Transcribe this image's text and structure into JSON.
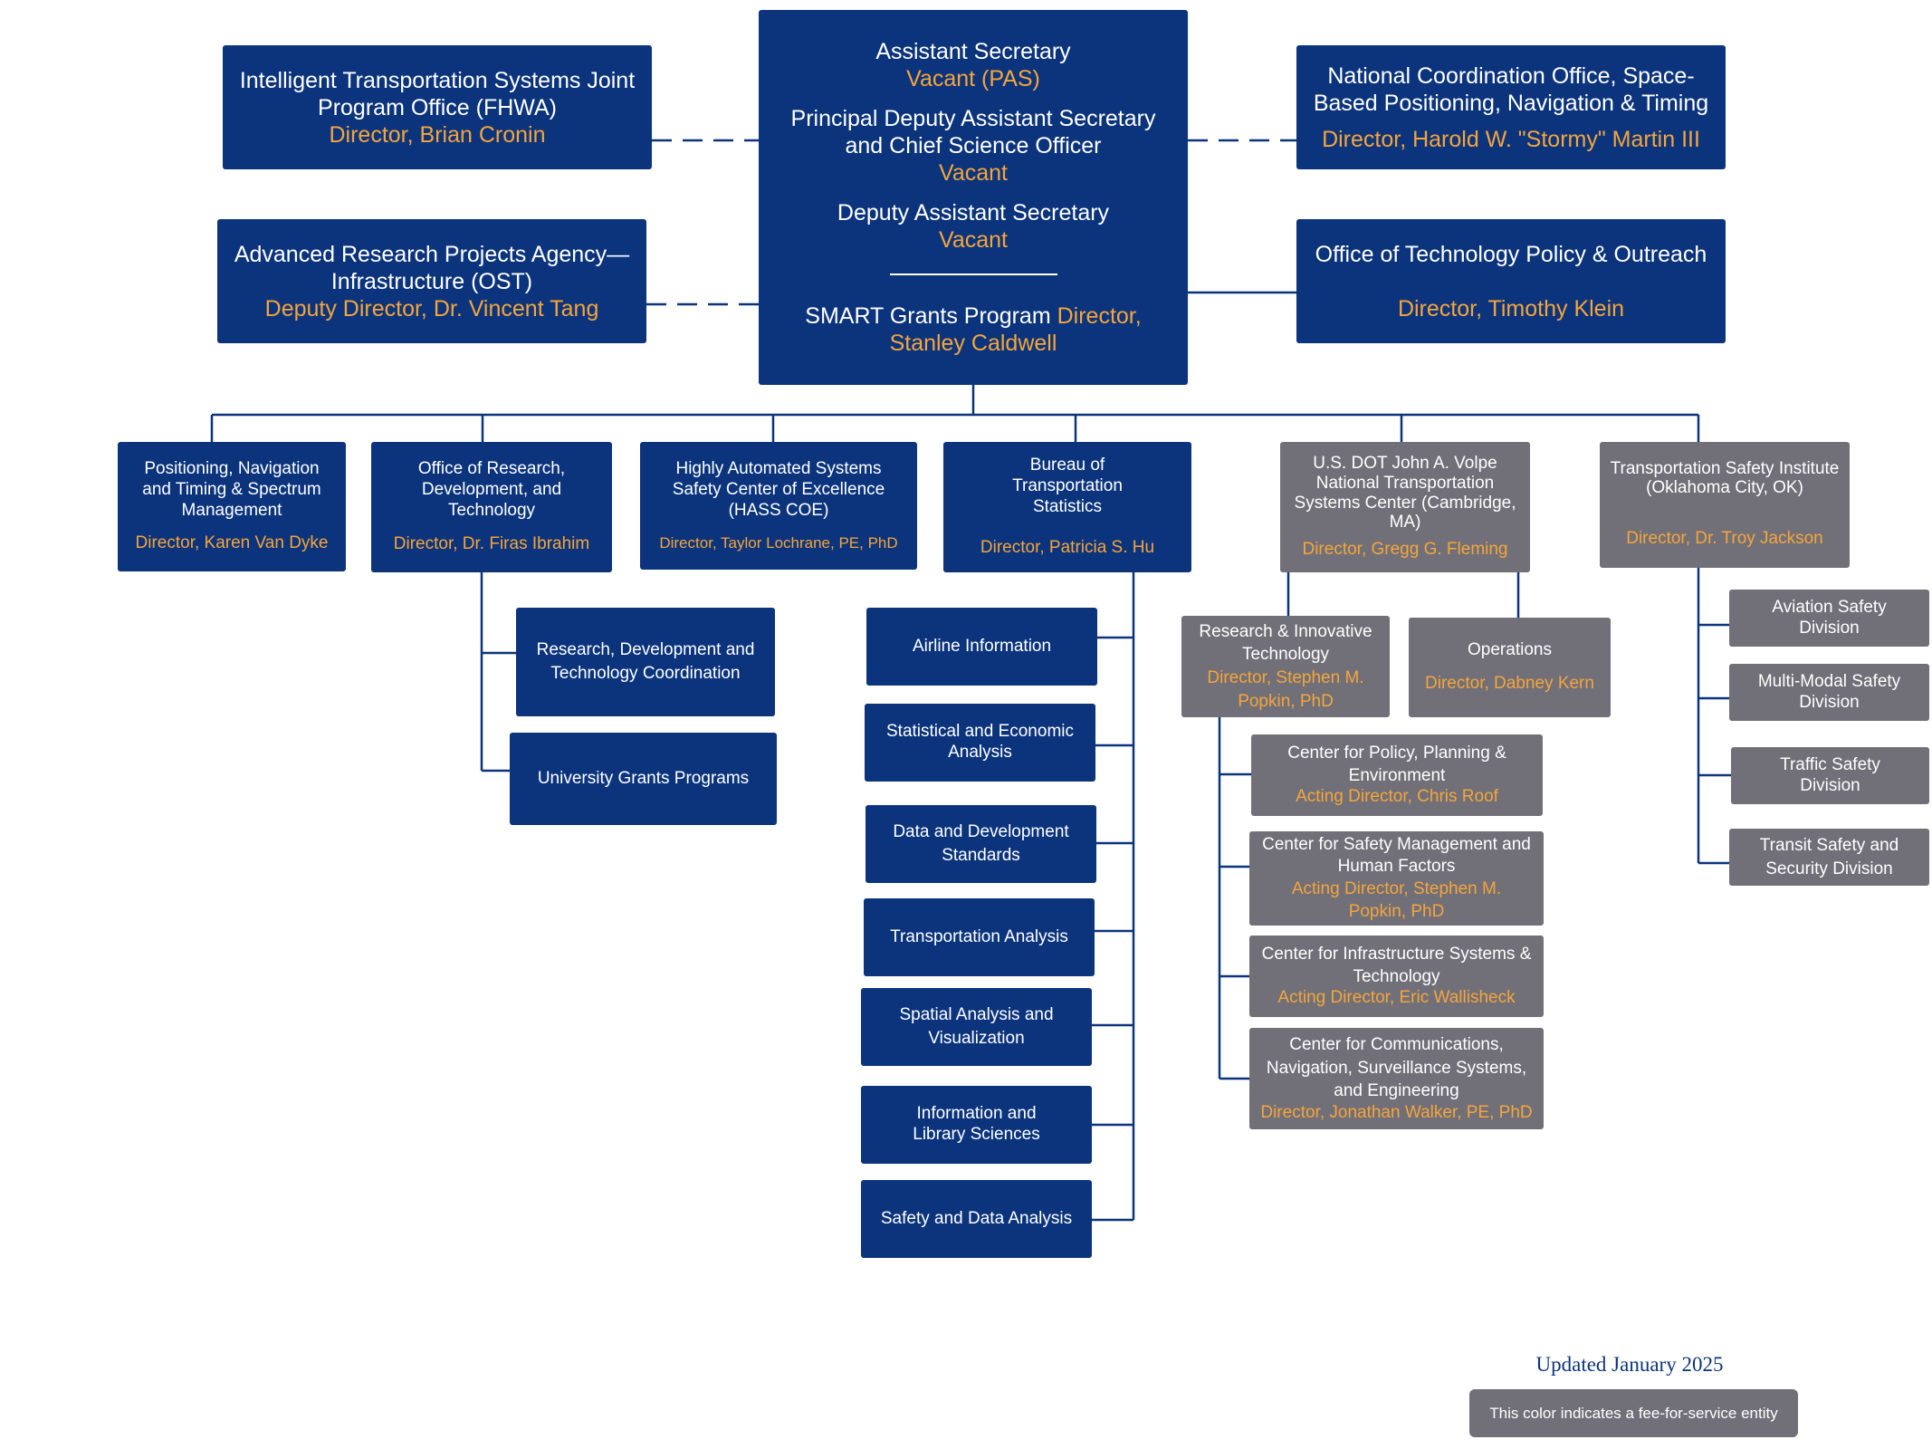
{
  "top": {
    "title1": "Assistant Secretary",
    "name1": "Vacant (PAS)",
    "title2": "Principal Deputy Assistant Secretary and Chief Science Officer",
    "name2": "Vacant",
    "title3": "Deputy Assistant Secretary",
    "name3": "Vacant",
    "smart_label": "SMART Grants Program",
    "smart_name": "Director, Stanley Caldwell"
  },
  "side": {
    "its": {
      "title": "Intelligent Transportation Systems Joint Program Office (FHWA)",
      "person": "Director, Brian Cronin"
    },
    "arpa": {
      "title": "Advanced Research Projects Agency—Infrastructure (OST)",
      "person": "Deputy Director, Dr. Vincent Tang"
    },
    "nco": {
      "title": "National Coordination Office, Space-Based Positioning, Navigation & Timing",
      "person": "Director, Harold W. \"Stormy\" Martin III"
    },
    "otpo": {
      "title": "Office of Technology Policy & Outreach",
      "person": "Director, Timothy Klein"
    }
  },
  "offices": {
    "pnt": {
      "title": "Positioning, Navigation and Timing & Spectrum Management",
      "person": "Director, Karen Van Dyke"
    },
    "rdt": {
      "title": "Office of Research, Development, and Technology",
      "person": "Director, Dr. Firas Ibrahim"
    },
    "hass": {
      "title": "Highly Automated Systems Safety Center of Excellence (HASS COE)",
      "person": "Director, Taylor Lochrane, PE, PhD"
    },
    "bts": {
      "title": "Bureau of Transportation Statistics",
      "person": "Director, Patricia S. Hu"
    },
    "volpe": {
      "title": "U.S. DOT John A. Volpe National Transportation Systems Center (Cambridge, MA)",
      "person": "Director, Gregg G. Fleming"
    },
    "tsi": {
      "title": "Transportation Safety Institute (Oklahoma City, OK)",
      "person": "Director, Dr. Troy Jackson"
    }
  },
  "rdt_units": [
    "Research, Development and Technology Coordination",
    "University Grants Programs"
  ],
  "bts_units": [
    "Airline Information",
    "Statistical and Economic Analysis",
    "Data and Development Standards",
    "Transportation Analysis",
    "Spatial Analysis and Visualization",
    "Information and Library Sciences",
    "Safety and Data Analysis"
  ],
  "volpe_units": {
    "rit": {
      "title": "Research & Innovative Technology",
      "person": "Director, Stephen M. Popkin, PhD"
    },
    "ops": {
      "title": "Operations",
      "person": "Director, Dabney Kern"
    }
  },
  "centers": [
    {
      "title": "Center for Policy, Planning & Environment",
      "person": "Acting Director, Chris Roof"
    },
    {
      "title": "Center for Safety Management and Human Factors",
      "person": "Acting Director, Stephen M. Popkin, PhD"
    },
    {
      "title": "Center for Infrastructure Systems & Technology",
      "person": "Acting Director, Eric Wallisheck"
    },
    {
      "title": "Center for Communications, Navigation, Surveillance Systems, and Engineering",
      "person": "Director, Jonathan Walker, PE, PhD"
    }
  ],
  "tsi_units": [
    "Aviation Safety Division",
    "Multi-Modal Safety Division",
    "Traffic Safety Division",
    "Transit Safety and Security Division"
  ],
  "footer": {
    "updated": "Updated January 2025",
    "legend": "This color indicates a fee-for-service entity"
  },
  "colors": {
    "blue": "#0b347d",
    "gray": "#717079",
    "orange": "#f5a53a"
  }
}
